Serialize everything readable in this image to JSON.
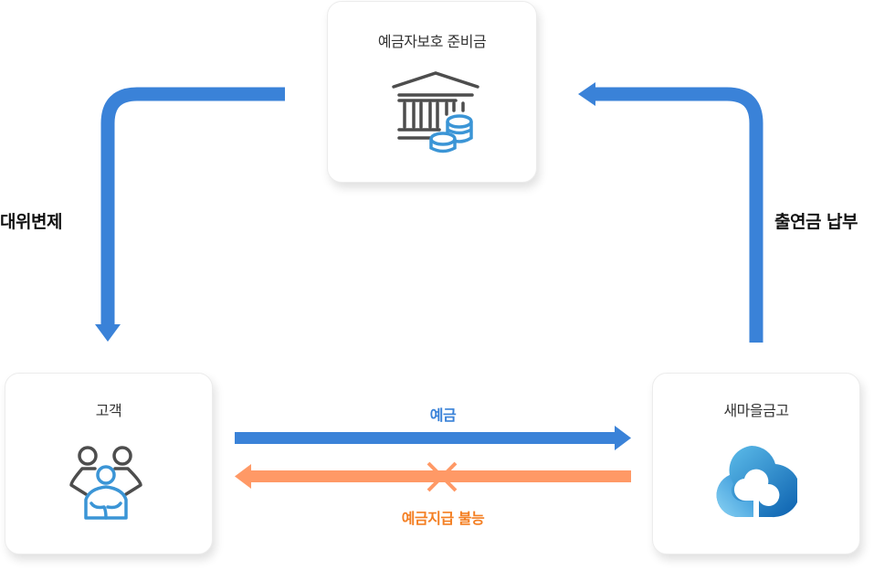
{
  "nodes": {
    "fund": {
      "title": "예금자보호 준비금",
      "icon": "bank-coins-icon"
    },
    "customer": {
      "title": "고객",
      "icon": "people-group-icon"
    },
    "bank": {
      "title": "새마을금고",
      "icon": "mg-cloud-logo-icon"
    }
  },
  "edges": {
    "subrogation": {
      "label": "대위변제",
      "from": "fund",
      "to": "customer"
    },
    "contribution": {
      "label": "출연금 납부",
      "from": "bank",
      "to": "fund"
    },
    "deposit": {
      "label": "예금",
      "from": "customer",
      "to": "bank"
    },
    "no_payment": {
      "label": "예금지급 불능",
      "from": "bank",
      "to": "customer",
      "blocked": true
    }
  },
  "colors": {
    "blue_arrow": "#3a82d8",
    "orange_arrow": "#ff9966",
    "orange_text": "#f47f23",
    "icon_gray": "#4d4d4d",
    "icon_blue": "#3b95d6"
  }
}
